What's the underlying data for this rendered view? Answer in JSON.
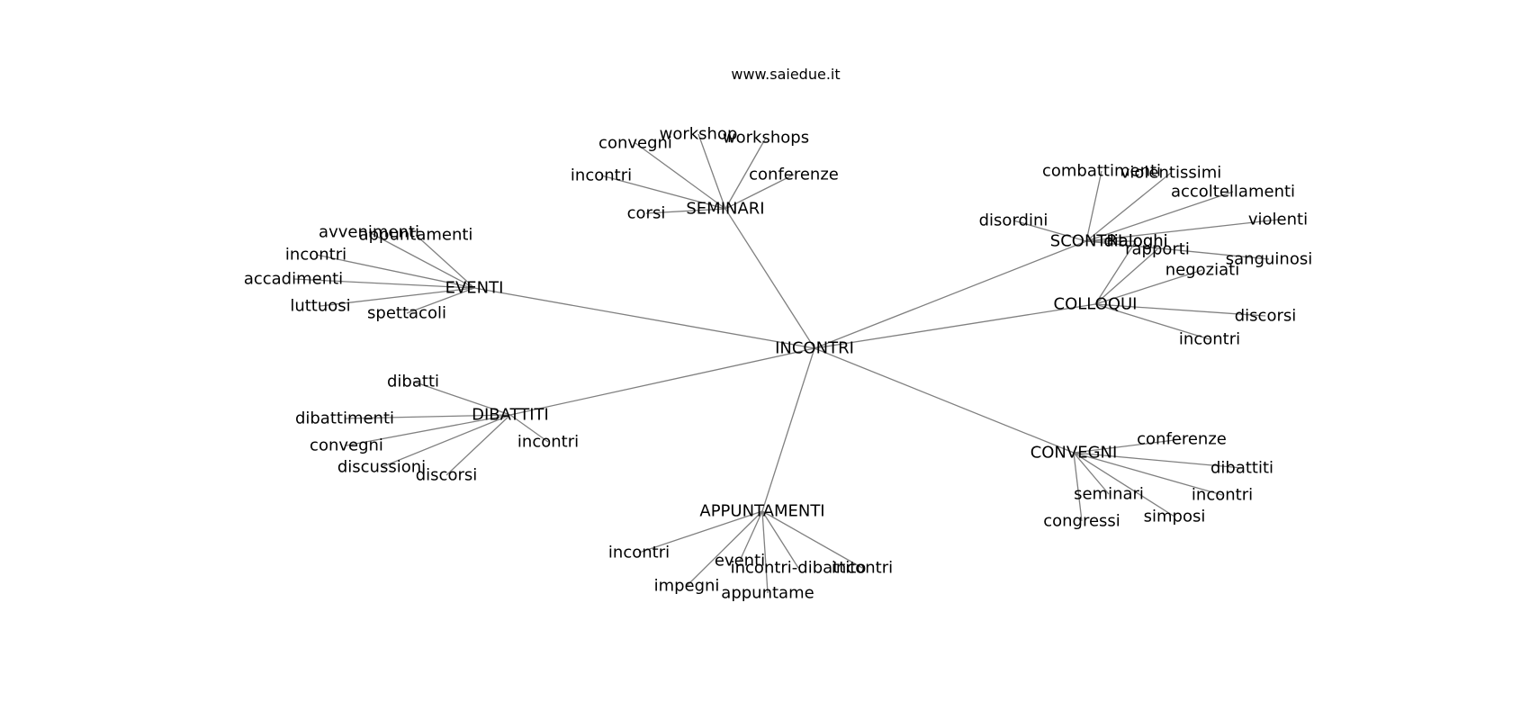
{
  "site": "www.saiedue.it",
  "graph": {
    "center": "INCONTRI",
    "groups": [
      {
        "label": "SEMINARI",
        "children": [
          "convegni",
          "workshop",
          "workshops",
          "conferenze",
          "incontri",
          "corsi"
        ]
      },
      {
        "label": "EVENTI",
        "children": [
          "avvenimenti",
          "appuntamenti",
          "incontri",
          "accadimenti",
          "luttuosi",
          "spettacoli"
        ]
      },
      {
        "label": "SCONTRI",
        "children": [
          "combattimenti",
          "violentissimi",
          "accoltellamenti",
          "disordini",
          "violenti",
          "dialoghi",
          "sanguinosi"
        ]
      },
      {
        "label": "COLLOQUI",
        "children": [
          "rapporti",
          "negoziati",
          "discorsi",
          "incontri",
          "dialoghi"
        ]
      },
      {
        "label": "DIBATTITI",
        "children": [
          "dibatti",
          "dibattimenti",
          "convegni",
          "discussioni",
          "discorsi",
          "incontri"
        ]
      },
      {
        "label": "CONVEGNI",
        "children": [
          "conferenze",
          "dibattiti",
          "incontri",
          "seminari",
          "simposi",
          "congressi"
        ]
      },
      {
        "label": "APPUNTAMENTI",
        "children": [
          "incontri",
          "eventi",
          "impegni",
          "incontri-dibattito",
          "incontri",
          "appuntame"
        ]
      }
    ]
  }
}
